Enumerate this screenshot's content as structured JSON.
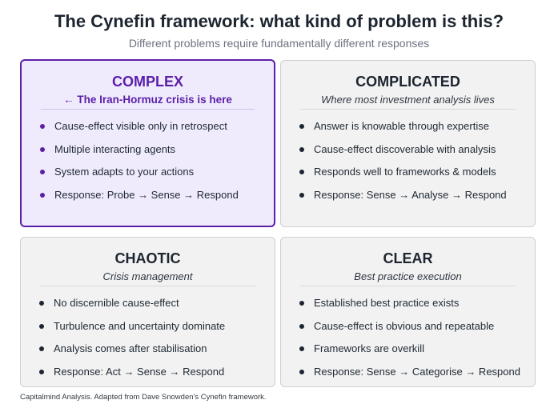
{
  "title": "The Cynefin framework: what kind of problem is this?",
  "subtitle": "Different problems require fundamentally different responses",
  "quadrants": [
    {
      "name": "COMPLEX",
      "subtitle": "← The Iran-Hormuz crisis is here",
      "highlighted": true,
      "highlight_color": "#5b1fa8",
      "items": [
        "Cause-effect visible only in retrospect",
        "Multiple interacting agents",
        "System adapts to your actions",
        "Response: Probe → Sense → Respond"
      ]
    },
    {
      "name": "COMPLICATED",
      "subtitle": "Where most investment analysis lives",
      "highlighted": false,
      "items": [
        "Answer is knowable through expertise",
        "Cause-effect discoverable with analysis",
        "Responds well to frameworks & models",
        "Response: Sense → Analyse → Respond"
      ]
    },
    {
      "name": "CHAOTIC",
      "subtitle": "Crisis management",
      "highlighted": false,
      "items": [
        "No discernible cause-effect",
        "Turbulence and uncertainty dominate",
        "Analysis comes after stabilisation",
        "Response: Act → Sense → Respond"
      ]
    },
    {
      "name": "CLEAR",
      "subtitle": "Best practice execution",
      "highlighted": false,
      "items": [
        "Established best practice exists",
        "Cause-effect is obvious and repeatable",
        "Frameworks are overkill",
        "Response: Sense → Categorise → Respond"
      ]
    }
  ],
  "footer": "Capitalmind Analysis. Adapted from Dave Snowden's Cynefin framework."
}
